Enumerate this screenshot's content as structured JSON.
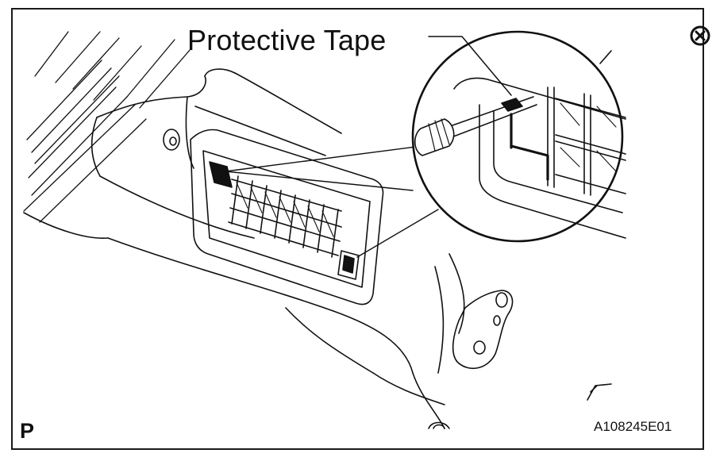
{
  "callout": {
    "text": "Protective Tape"
  },
  "view_letter": "P",
  "figure_id": "A108245E01",
  "symbol": {
    "icon": "circled-x-mark-icon"
  },
  "colors": {
    "line": "#111111",
    "background": "#ffffff",
    "tape": "#111111"
  }
}
